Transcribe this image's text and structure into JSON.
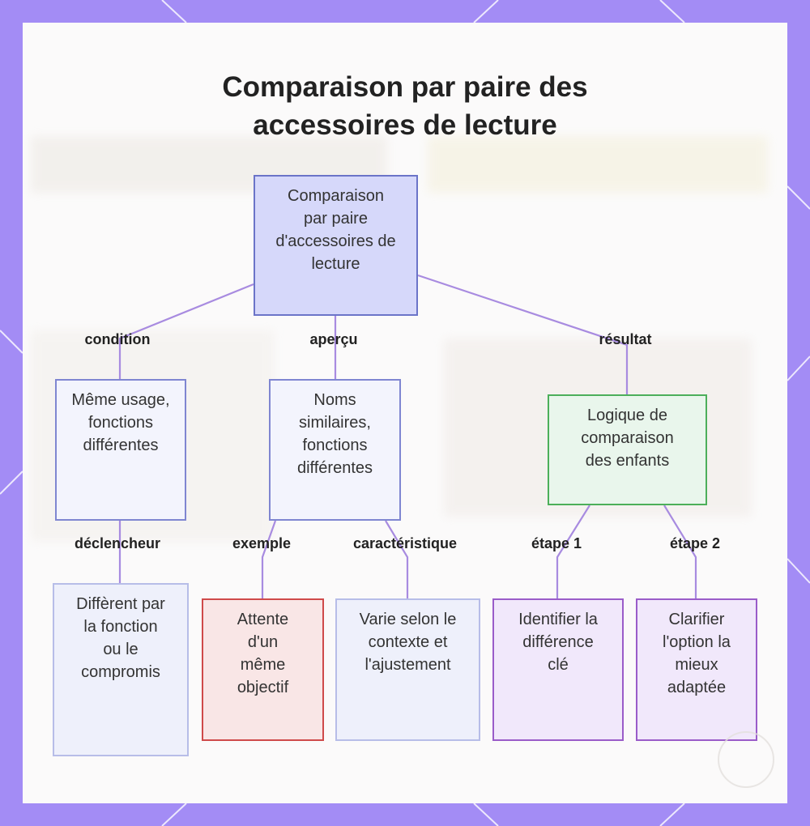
{
  "title_lines": [
    "Comparaison par paire des",
    "accessoires de lecture"
  ],
  "nodes": {
    "root": "Comparaison par paire d'accessoires de lecture",
    "usage": "Même usage, fonctions différentes",
    "names": "Noms similaires, fonctions différentes",
    "logic": "Logique de comparaison des enfants",
    "differ": "Diffèrent par la fonction ou le compromis",
    "goal": "Attente d'un même objectif",
    "context": "Varie selon le contexte et l'ajustement",
    "identify": "Identifier la différence clé",
    "clarify": "Clarifier l'option la mieux adaptée"
  },
  "edge_labels": {
    "condition": "condition",
    "apercu": "aperçu",
    "resultat": "résultat",
    "declencheur": "déclencheur",
    "exemple": "exemple",
    "caracteristique": "caractéristique",
    "etape1": "étape 1",
    "etape2": "étape 2"
  },
  "colors": {
    "frame": "#a38cf5",
    "edge": "#a88be0",
    "root_fill": "#d6d8fa",
    "green_border": "#4caf5a",
    "red_border": "#cf4a4a",
    "purple_border": "#9a5cc9"
  }
}
